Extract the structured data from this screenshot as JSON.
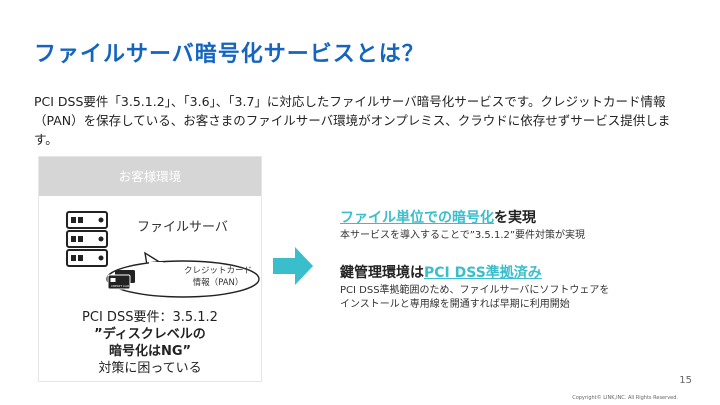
{
  "slide": {
    "title": "ファイルサーバ暗号化サービスとは？",
    "intro": "PCI DSS要件「3.5.1.2」、「3.6」、「3.7」に対応したファイルサーバ暗号化サービスです。クレジットカード情報（PAN）を保存している、お客さまのファイルサーバ環境がオンプレミス、クラウドに依存せずサービス提供します。"
  },
  "env": {
    "header": "お客様環境",
    "server_label": "ファイルサーバ",
    "bubble_line1": "クレジットカード",
    "bubble_line2": "情報（PAN）",
    "card_icon_text": "CREDIT CARD",
    "line1": "PCI DSS要件：3.5.1.2",
    "line2": "”ディスクレベルの",
    "line3": "暗号化はNG”",
    "line4": "対策に困っている"
  },
  "features": [
    {
      "title_highlight": "ファイル単位での暗号化",
      "title_rest": "を実現",
      "desc": "本サービスを導入することで”3.5.1.2”要件対策が実現"
    },
    {
      "title_lead": "鍵管理環境は",
      "title_highlight": "PCI DSS準拠済み",
      "desc_line1": "PCI DSS準拠範囲のため、ファイルサーバにソフトウェアを",
      "desc_line2": "インストールと専用線を開通すれば早期に利用開始"
    }
  ],
  "footer": {
    "page_number": "15",
    "copyright": "Copyright© LINK,INC.   All Rights Reserved."
  },
  "colors": {
    "title_blue": "#1565c0",
    "accent_teal": "#3bbecb",
    "header_gray": "#d6d6d6"
  }
}
